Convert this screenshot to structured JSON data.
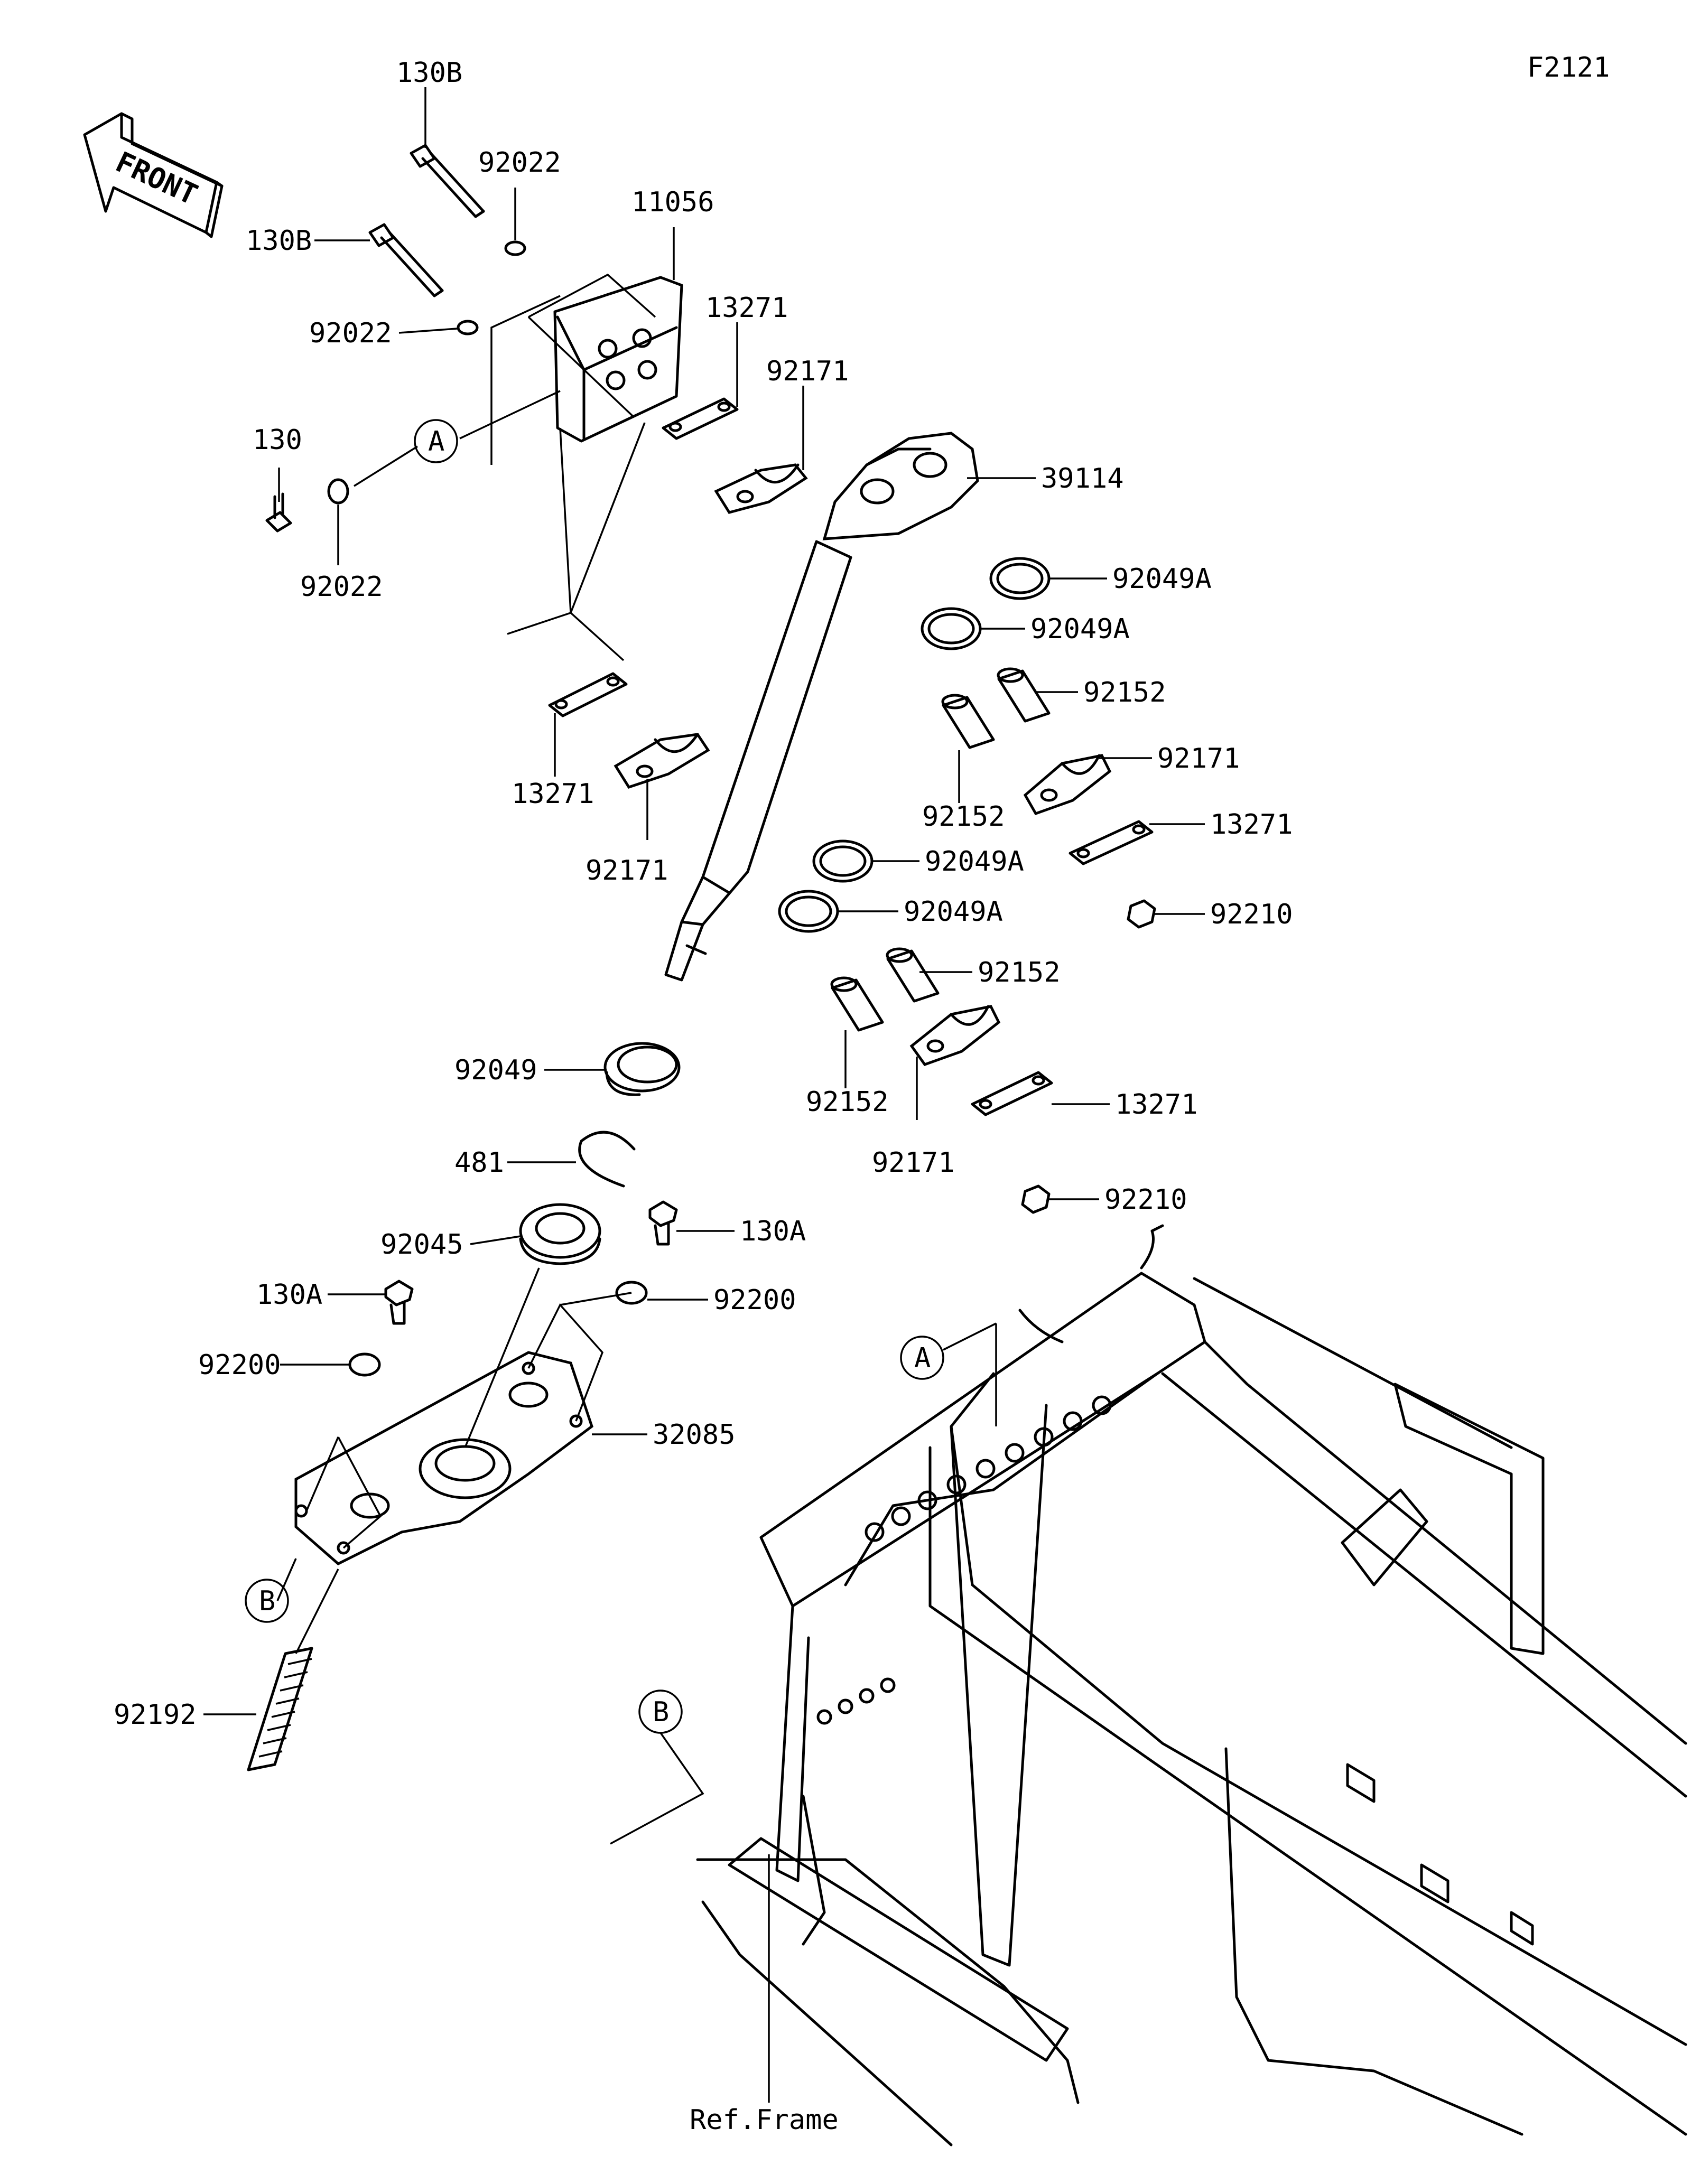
{
  "figure_code": "F2121",
  "front_arrow_label": "FRONT",
  "reference_labels": {
    "a": "A",
    "b": "B"
  },
  "frame_label": "Ref.Frame",
  "parts": [
    {
      "id": "p130B_top",
      "number": "130B"
    },
    {
      "id": "p92022_top",
      "number": "92022"
    },
    {
      "id": "p11056",
      "number": "11056"
    },
    {
      "id": "p130B_left",
      "number": "130B"
    },
    {
      "id": "p13271_a",
      "number": "13271"
    },
    {
      "id": "p92022_mid",
      "number": "92022"
    },
    {
      "id": "p92171_a",
      "number": "92171"
    },
    {
      "id": "p130",
      "number": "130"
    },
    {
      "id": "p39114",
      "number": "39114"
    },
    {
      "id": "p92022_low",
      "number": "92022"
    },
    {
      "id": "p92049A_1",
      "number": "92049A"
    },
    {
      "id": "p92049A_2",
      "number": "92049A"
    },
    {
      "id": "p92152_1",
      "number": "92152"
    },
    {
      "id": "p92171_b",
      "number": "92171"
    },
    {
      "id": "p13271_b",
      "number": "13271"
    },
    {
      "id": "p92152_2",
      "number": "92152"
    },
    {
      "id": "p13271_c",
      "number": "13271"
    },
    {
      "id": "p92171_c",
      "number": "92171"
    },
    {
      "id": "p92049A_3",
      "number": "92049A"
    },
    {
      "id": "p92210_1",
      "number": "92210"
    },
    {
      "id": "p92049A_4",
      "number": "92049A"
    },
    {
      "id": "p92152_3",
      "number": "92152"
    },
    {
      "id": "p92049",
      "number": "92049"
    },
    {
      "id": "p92152_4",
      "number": "92152"
    },
    {
      "id": "p13271_d",
      "number": "13271"
    },
    {
      "id": "p481",
      "number": "481"
    },
    {
      "id": "p92171_d",
      "number": "92171"
    },
    {
      "id": "p92210_2",
      "number": "92210"
    },
    {
      "id": "p92045",
      "number": "92045"
    },
    {
      "id": "p130A_right",
      "number": "130A"
    },
    {
      "id": "p130A_left",
      "number": "130A"
    },
    {
      "id": "p92200_right",
      "number": "92200"
    },
    {
      "id": "p92200_left",
      "number": "92200"
    },
    {
      "id": "p32085",
      "number": "32085"
    },
    {
      "id": "p92192",
      "number": "92192"
    }
  ]
}
